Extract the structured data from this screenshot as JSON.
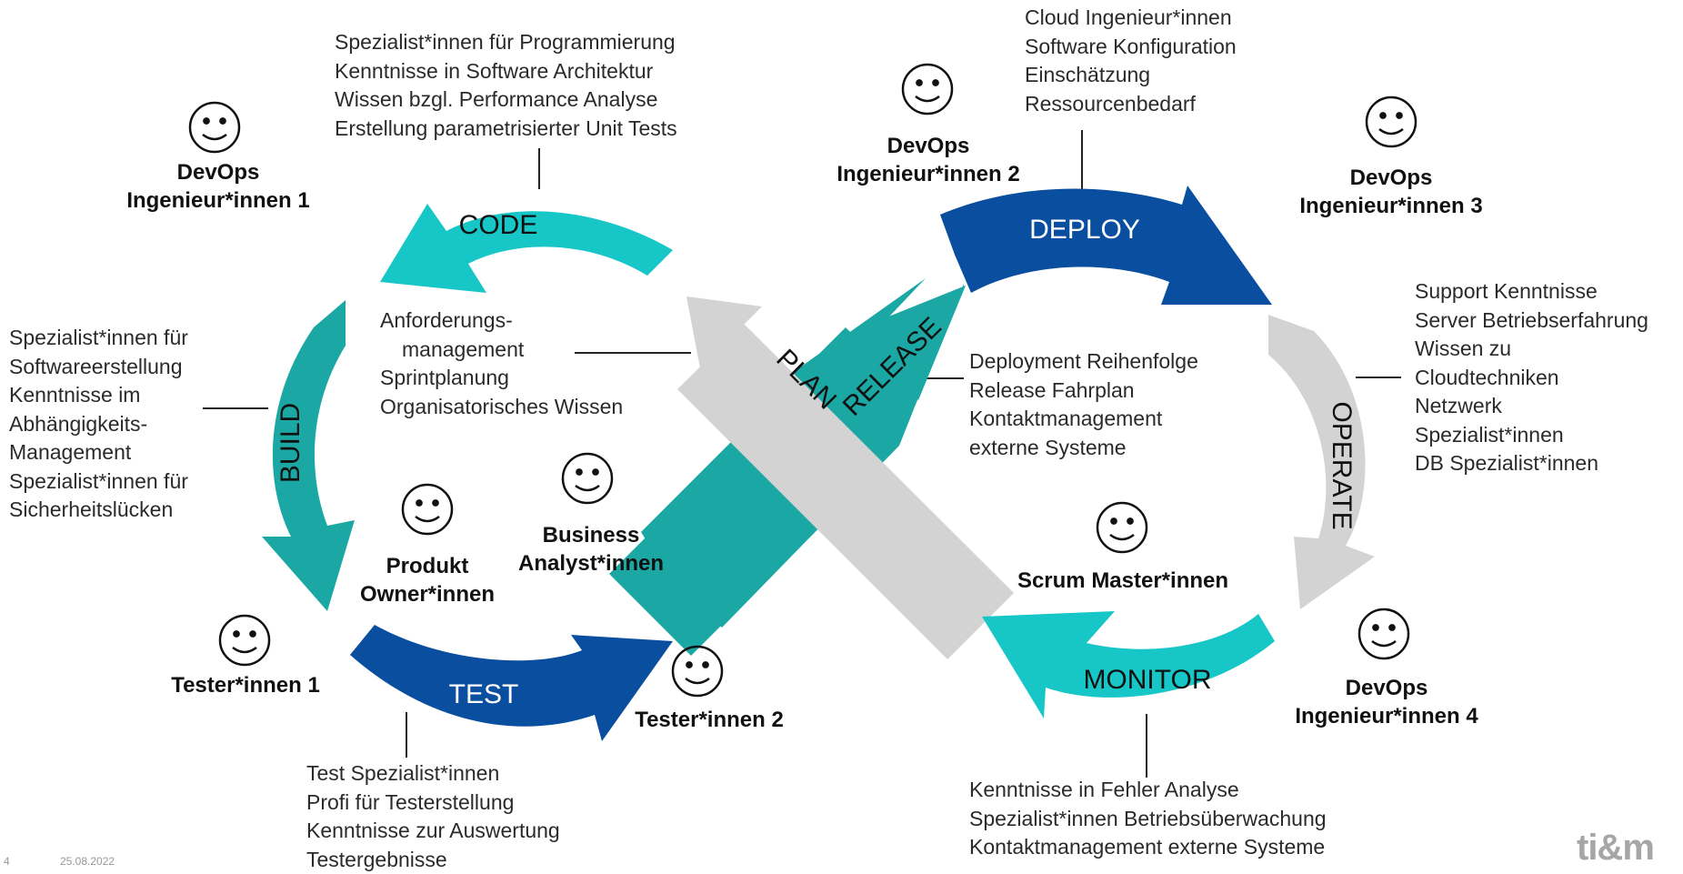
{
  "phases": {
    "code": "CODE",
    "build": "BUILD",
    "test": "TEST",
    "plan": "PLAN",
    "release": "RELEASE",
    "deploy": "DEPLOY",
    "operate": "OPERATE",
    "monitor": "MONITOR"
  },
  "roles": {
    "devops1": [
      "DevOps",
      "Ingenieur*innen 1"
    ],
    "devops2": [
      "DevOps",
      "Ingenieur*innen 2"
    ],
    "devops3": [
      "DevOps",
      "Ingenieur*innen 3"
    ],
    "devops4": [
      "DevOps",
      "Ingenieur*innen 4"
    ],
    "tester1": [
      "Tester*innen 1"
    ],
    "tester2": [
      "Tester*innen 2"
    ],
    "produkt_owner": [
      "Produkt",
      "Owner*innen"
    ],
    "business_analyst": [
      "Business",
      "Analyst*innen"
    ],
    "scrum_master": [
      "Scrum Master*innen"
    ]
  },
  "notes": {
    "code": [
      "Spezialist*innen für Programmierung",
      "Kenntnisse in Software Architektur",
      "Wissen bzgl. Performance Analyse",
      "Erstellung parametrisierter Unit Tests"
    ],
    "plan": [
      "Anforderungs-",
      "management",
      "Sprintplanung",
      "Organisatorisches Wissen"
    ],
    "build": [
      "Spezialist*innen für",
      "Softwareerstellung",
      "Kenntnisse im",
      "Abhängigkeits-",
      "Management",
      "Spezialist*innen für",
      "Sicherheitslücken"
    ],
    "test": [
      "Test Spezialist*innen",
      "Profi für Testerstellung",
      "Kenntnisse zur Auswertung",
      "Testergebnisse"
    ],
    "deploy": [
      "Cloud Ingenieur*innen",
      "Software Konfiguration",
      "Einschätzung",
      "Ressourcenbedarf"
    ],
    "release": [
      "Deployment Reihenfolge",
      "Release Fahrplan",
      "Kontaktmanagement",
      "externe Systeme"
    ],
    "operate": [
      "Support Kenntnisse",
      "Server Betriebserfahrung",
      "Wissen zu",
      "Cloudtechniken",
      "Netzwerk",
      "Spezialist*innen",
      "DB Spezialist*innen"
    ],
    "monitor": [
      "Kenntnisse in Fehler Analyse",
      "Spezialist*innen Betriebsüberwachung",
      "Kontaktmanagement externe Systeme"
    ]
  },
  "footer": {
    "page": "4",
    "date": "25.08.2022",
    "logo": "ti&m"
  },
  "colors": {
    "teal_light": "#17C6C6",
    "teal_dark": "#1BA8A4",
    "navy": "#0A4EA0",
    "gray": "#D3D3D3"
  }
}
